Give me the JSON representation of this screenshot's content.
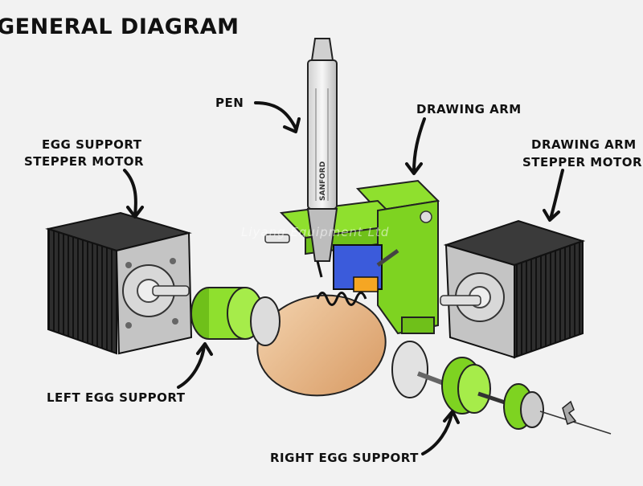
{
  "title": "GENERAL DIAGRAM",
  "labels": {
    "pen": "PEN",
    "drawing_arm": "DRAWING ARM",
    "egg_support_motor_line1": "EGG SUPPORT",
    "egg_support_motor_line2": "STEPPER MOTOR",
    "drawing_arm_motor_line1": "DRAWING ARM",
    "drawing_arm_motor_line2": "STEPPER MOTOR",
    "left_egg_support": "LEFT EGG SUPPORT",
    "right_egg_support": "RIGHT EGG SUPPORT"
  },
  "pen_text": "SANFORD",
  "watermark": "Liyang Equipment Ltd",
  "colors": {
    "background": "#f2f2f2",
    "green_part": "#7ed321",
    "motor_body": "#2b2b2b",
    "motor_plate": "#bdbdbd",
    "egg": "#e8b98a",
    "servo": "#3b5bdb",
    "pen_body": "#e6e6e6"
  }
}
